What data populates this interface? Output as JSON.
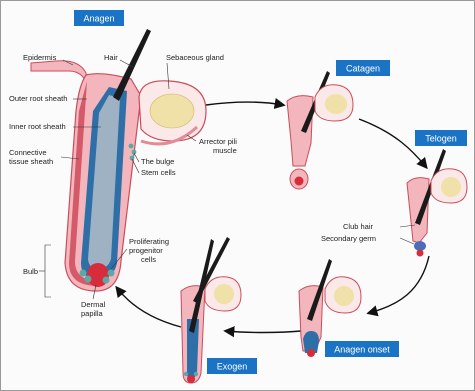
{
  "stages": {
    "anagen": "Anagen",
    "catagen": "Catagen",
    "telogen": "Telogen",
    "anagen_onset": "Anagen onset",
    "exogen": "Exogen"
  },
  "labels": {
    "epidermis": "Epidermis",
    "hair": "Hair",
    "sebaceous_gland": "Sebaceous gland",
    "outer_root_sheath": "Outer root sheath",
    "inner_root_sheath": "Inner root sheath",
    "connective_1": "Connective",
    "connective_2": "tissue sheath",
    "arrector_1": "Arrector pili",
    "arrector_2": "muscle",
    "bulge": "The bulge",
    "stem_cells": "Stem cells",
    "club_hair": "Club hair",
    "secondary_germ": "Secondary germ",
    "proliferating_1": "Proliferating",
    "proliferating_2": "progenitor",
    "proliferating_3": "cells",
    "bulb": "Bulb",
    "dermal_1": "Dermal",
    "dermal_2": "papilla"
  },
  "colors": {
    "stage_box": "#1a73c4",
    "skin": "#f4b6bd",
    "skin_outline": "#c94d5c",
    "hair": "#1a1a1a",
    "gland": "#efe1a8",
    "papilla": "#d62c3c",
    "inner_sheath": "#2e6fa8",
    "root_core": "#9fb2c4",
    "stem_cells": "#5aa9a6"
  }
}
